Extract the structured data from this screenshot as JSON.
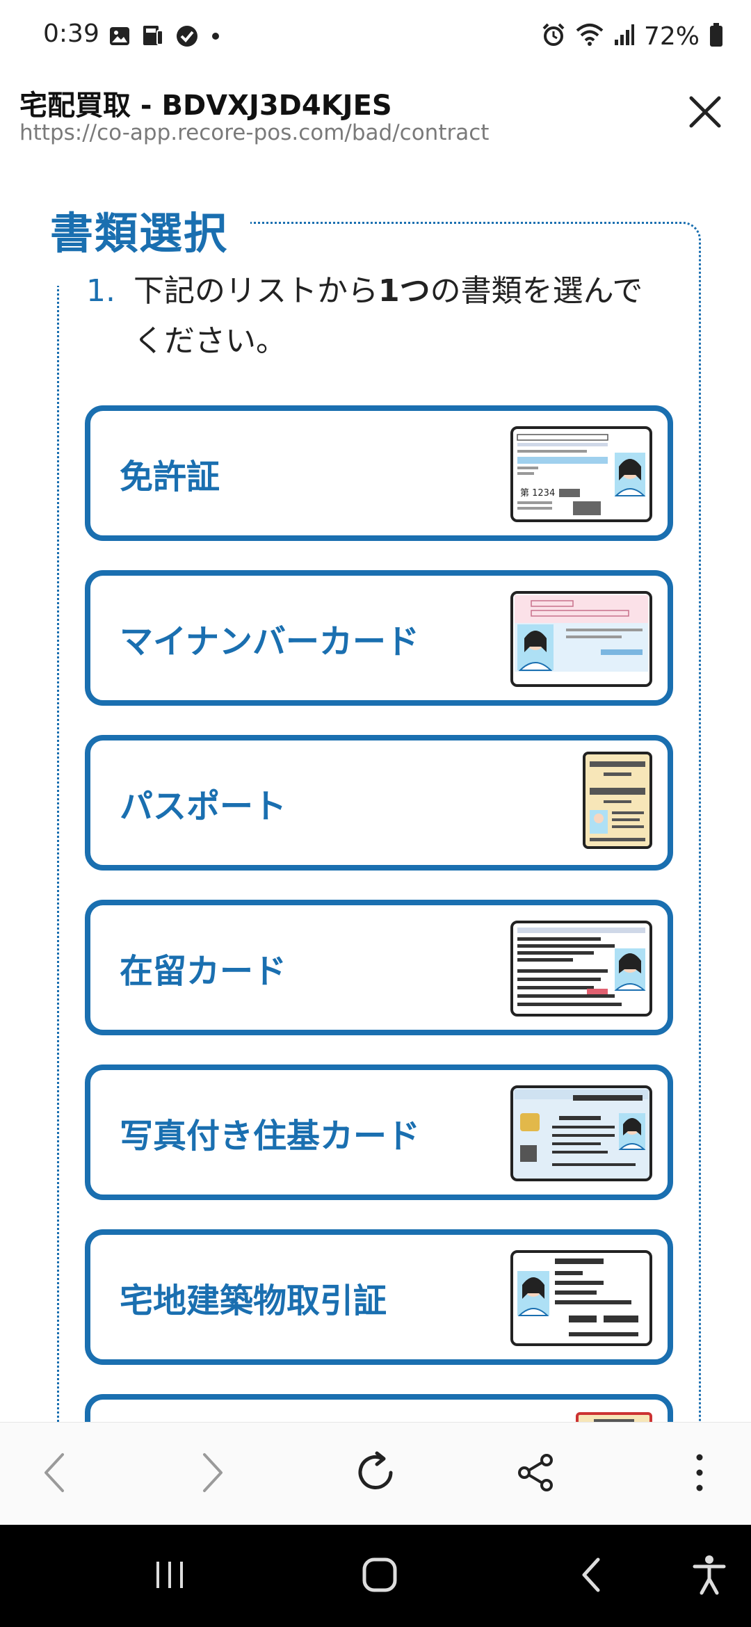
{
  "status_bar": {
    "time": "0:39",
    "left_icons": [
      "gallery-icon",
      "cast-icon",
      "check-circle-icon",
      "dot-icon"
    ],
    "right_icons": [
      "alarm-icon",
      "wifi-icon",
      "signal-icon",
      "battery-icon"
    ],
    "battery_text": "72%"
  },
  "browser": {
    "title": "宅配買取 - BDVXJ3D4KJES",
    "url": "https://co-app.recore-pos.com/bad/contract",
    "close_icon": "close-icon"
  },
  "page": {
    "heading": "書類選択",
    "instruction": {
      "number": "1.",
      "text_before": "下記のリストから",
      "text_bold": "1つ",
      "text_after": "の書類を選んでください。"
    },
    "documents": [
      {
        "label": "免許証",
        "card": "drivers-license-card-icon"
      },
      {
        "label": "マイナンバーカード",
        "card": "my-number-card-icon"
      },
      {
        "label": "パスポート",
        "card": "passport-icon"
      },
      {
        "label": "在留カード",
        "card": "residence-card-icon"
      },
      {
        "label": "写真付き住基カード",
        "card": "juki-card-icon"
      },
      {
        "label": "宅地建築物取引証",
        "card": "real-estate-license-card-icon"
      },
      {
        "label": "",
        "card": "document-card-icon"
      }
    ]
  },
  "toolbar": {
    "buttons": [
      "back-icon",
      "forward-icon",
      "refresh-icon",
      "share-icon",
      "more-icon"
    ]
  },
  "navbar": {
    "buttons": [
      "recent-apps-icon",
      "home-icon",
      "nav-back-icon",
      "accessibility-icon"
    ]
  },
  "colors": {
    "accent": "#1a6fb0",
    "url_gray": "#7a7a7a",
    "navbar": "#000000"
  }
}
